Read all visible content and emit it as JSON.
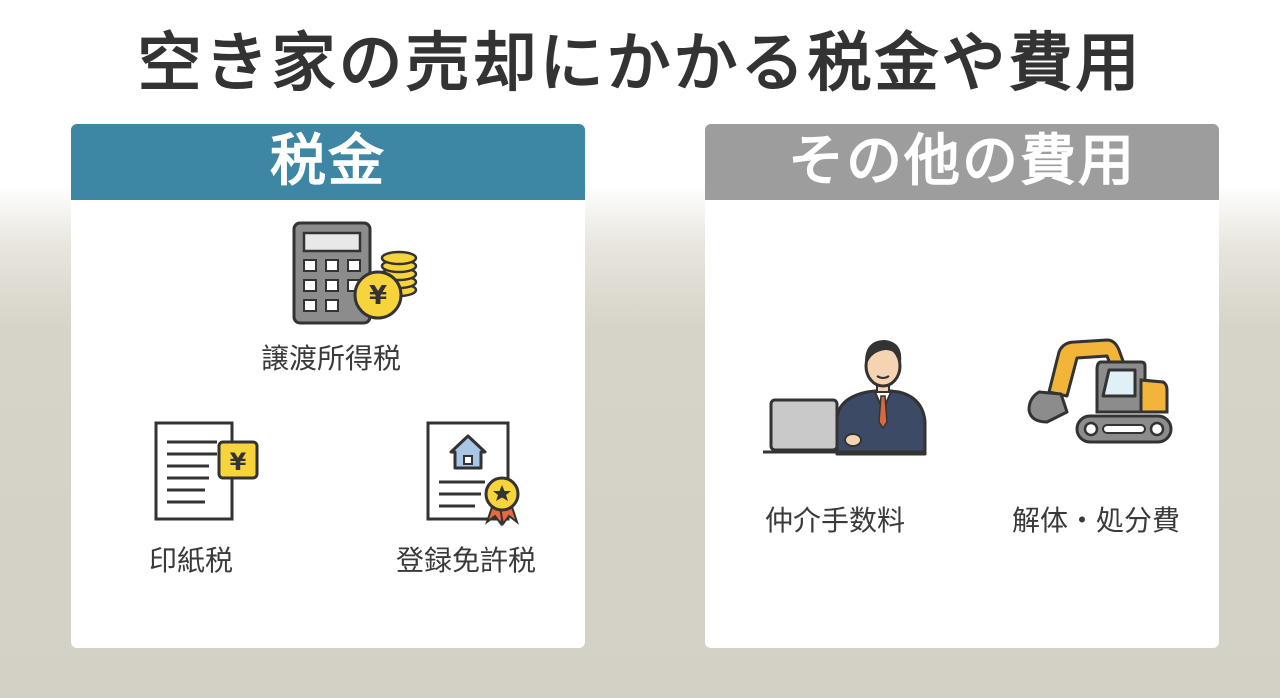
{
  "title": "空き家の売却にかかる税金や費用",
  "colors": {
    "title_text": "#333333",
    "tax_header": "#3d86a4",
    "other_header": "#9d9d9d",
    "icon_yellow": "#f7d43c",
    "excavator_orange": "#f2b53a"
  },
  "tax_card": {
    "heading": "税金",
    "items": [
      {
        "label": "譲渡所得税",
        "icon": "calculator-coins-icon"
      },
      {
        "label": "印紙税",
        "icon": "stamp-document-icon"
      },
      {
        "label": "登録免許税",
        "icon": "property-certificate-icon"
      }
    ]
  },
  "other_card": {
    "heading": "その他の費用",
    "items": [
      {
        "label": "仲介手数料",
        "icon": "businessman-laptop-icon"
      },
      {
        "label": "解体・処分費",
        "icon": "excavator-icon"
      }
    ]
  }
}
